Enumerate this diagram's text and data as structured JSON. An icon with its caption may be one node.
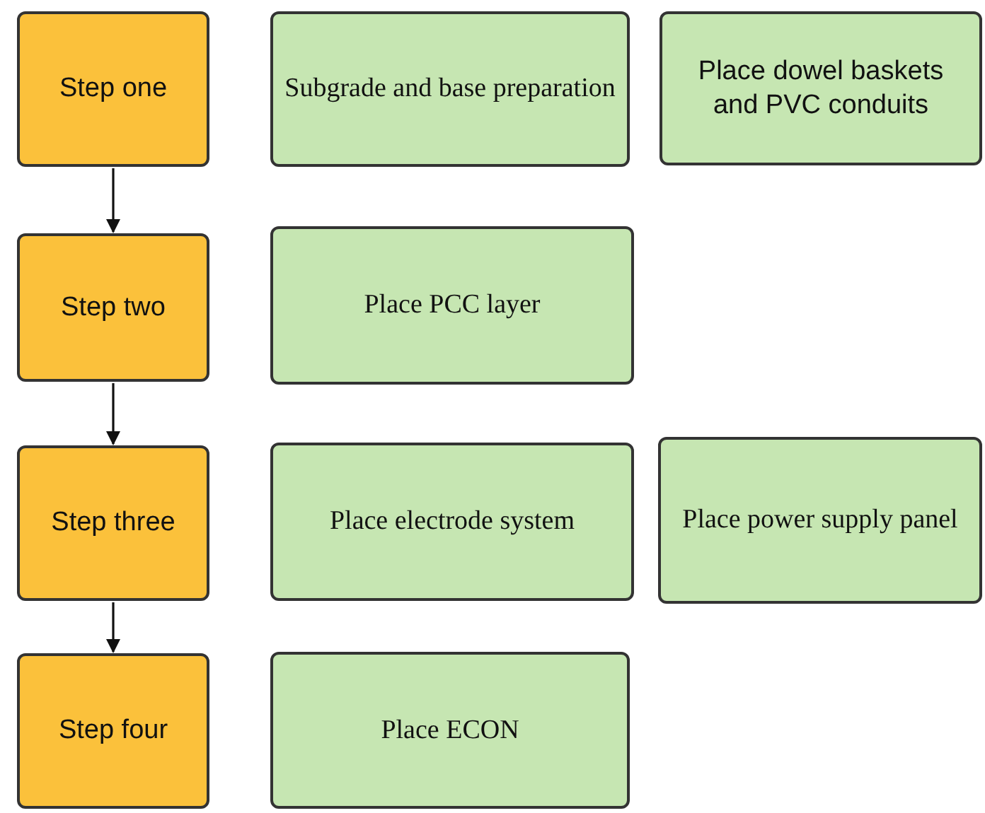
{
  "diagram": {
    "nodes": [
      {
        "text": [
          "Step one"
        ]
      },
      {
        "text": [
          "Subgrade and base preparation"
        ]
      },
      {
        "text": [
          "Place dowel baskets and PVC conduits"
        ]
      },
      {
        "text": [
          "Step two"
        ]
      },
      {
        "text": [
          "Place PCC layer"
        ]
      },
      {
        "text": [
          "Step three"
        ]
      },
      {
        "text": [
          "Place electrode system"
        ]
      },
      {
        "text": [
          "Place power supply panel"
        ]
      },
      {
        "text": [
          "Step four"
        ]
      },
      {
        "text": [
          "Place ECON"
        ]
      }
    ],
    "edges": [
      {
        "from": 0,
        "to": 3,
        "arrow": "to"
      },
      {
        "from": 3,
        "to": 5,
        "arrow": "to"
      },
      {
        "from": 5,
        "to": 8,
        "arrow": "to"
      }
    ]
  }
}
